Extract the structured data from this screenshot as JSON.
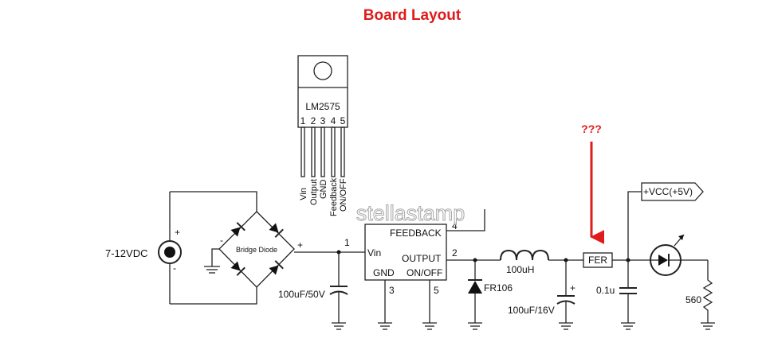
{
  "title": "Board Layout",
  "question_mark": "???",
  "colors": {
    "title": "#e01b1b",
    "arrow": "#e01b1b",
    "ink": "#222222"
  },
  "regulator": {
    "name": "LM2575",
    "pin_numbers": [
      "1",
      "2",
      "3",
      "4",
      "5"
    ],
    "pin_names": [
      "Vin",
      "Output",
      "GND",
      "Feedback",
      "ON/OFF"
    ]
  },
  "ic": {
    "feedback": "FEEDBACK",
    "vin": "Vin",
    "output": "OUTPUT",
    "gnd": "GND",
    "onoff": "ON/OFF",
    "pin1": "1",
    "pin2": "2",
    "pin3": "3",
    "pin4": "4",
    "pin5": "5"
  },
  "input": {
    "label": "7-12VDC",
    "plus": "+",
    "minus": "-"
  },
  "bridge": {
    "label": "Bridge Diode",
    "plus": "+",
    "minus": "-"
  },
  "components": {
    "c1": "100uF/50V",
    "diode": "FR106",
    "inductor": "100uH",
    "c2": "100uF/16V",
    "c2_plus": "+",
    "ferrite": "FER",
    "c3": "0.1u",
    "vcc": "+VCC(+5V)",
    "resistor": "560"
  },
  "watermark": "stellastamp"
}
